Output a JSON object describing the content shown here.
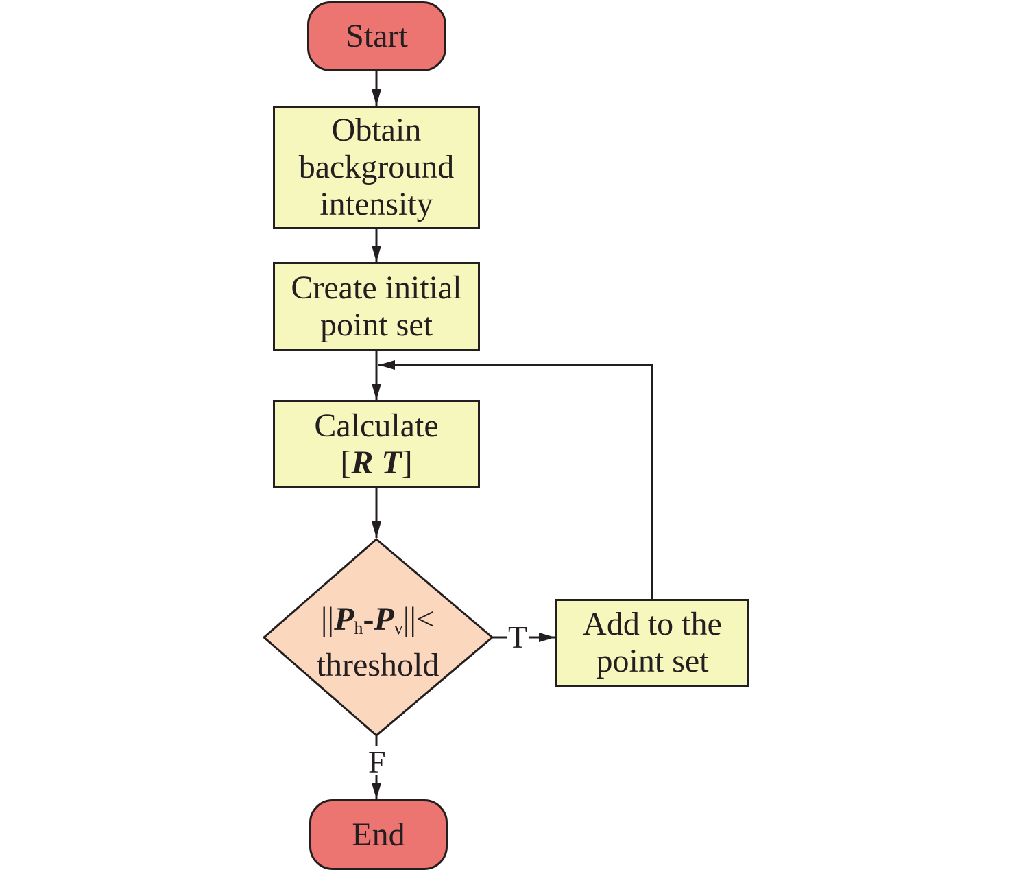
{
  "colors": {
    "terminal_fill": "#ec7572",
    "process_fill": "#f5f7bc",
    "decision_fill": "#fbd7be",
    "stroke": "#231f20"
  },
  "nodes": {
    "start": {
      "label": "Start"
    },
    "obtain": {
      "label": "Obtain\nbackground\nintensity"
    },
    "create": {
      "label": "Create initial\npoint set"
    },
    "calculate": {
      "line1": "Calculate",
      "open": "[",
      "R": "R",
      "T": "T",
      "close": "]"
    },
    "decision": {
      "bars_left": "||",
      "P1": "P",
      "sub1": "h",
      "minus": "-",
      "P2": "P",
      "sub2": "v",
      "bars_right": "||<",
      "line2": "threshold"
    },
    "add": {
      "label": "Add to the\npoint set"
    },
    "end": {
      "label": "End"
    }
  },
  "edges": {
    "true_label": "T",
    "false_label": "F"
  }
}
